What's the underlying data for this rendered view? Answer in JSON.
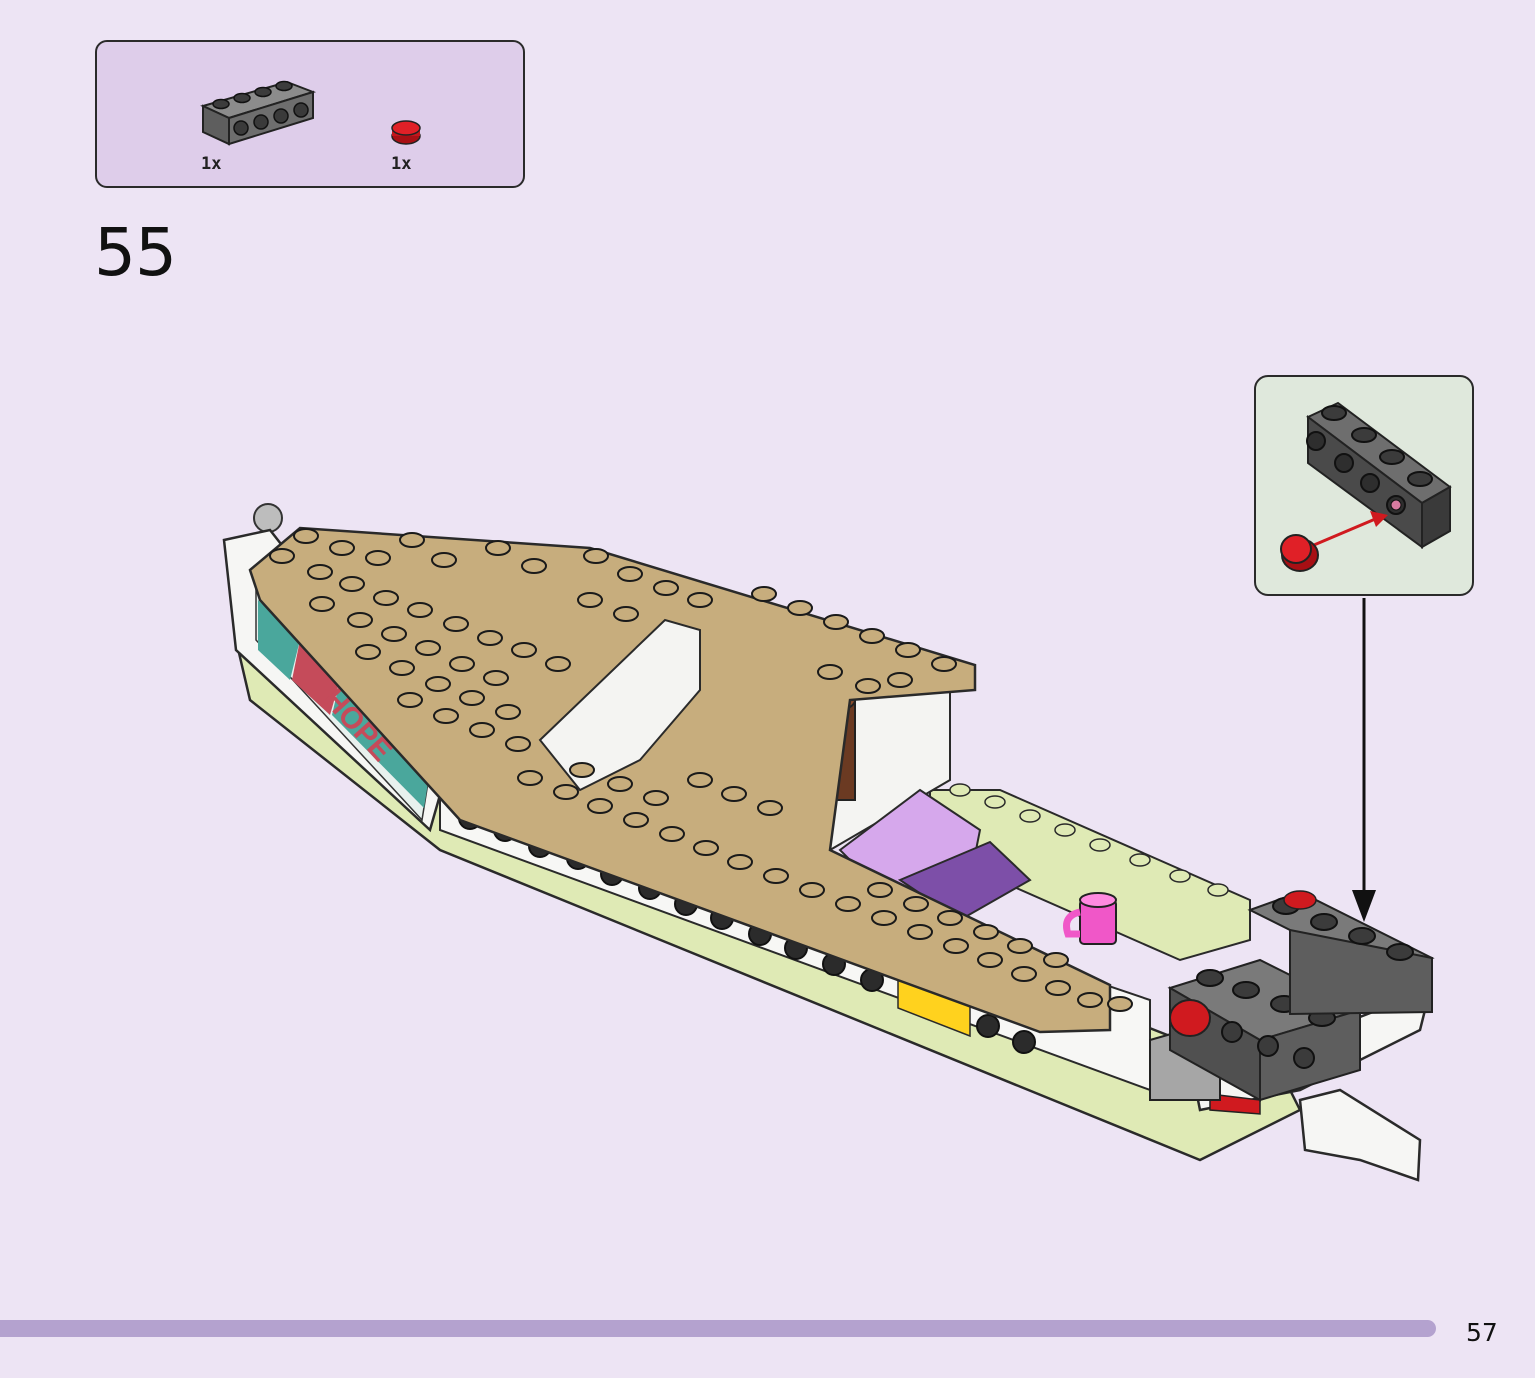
{
  "parts_list": {
    "items": [
      {
        "part": "dark-gray-brick-1x4-with-side-studs",
        "count": "1x",
        "color": "#6b6b6b"
      },
      {
        "part": "red-round-tile-1x1",
        "count": "1x",
        "color": "#d01a1f"
      }
    ]
  },
  "step": {
    "number": "55"
  },
  "boat": {
    "sticker_text": "HOPE",
    "hull_color": "#dfeab5",
    "deck_color": "#c7ad7d",
    "accent_color": "#b4a2cf"
  },
  "callout": {
    "background_color": "#dfe8dc"
  },
  "footer": {
    "page_number": "57"
  }
}
